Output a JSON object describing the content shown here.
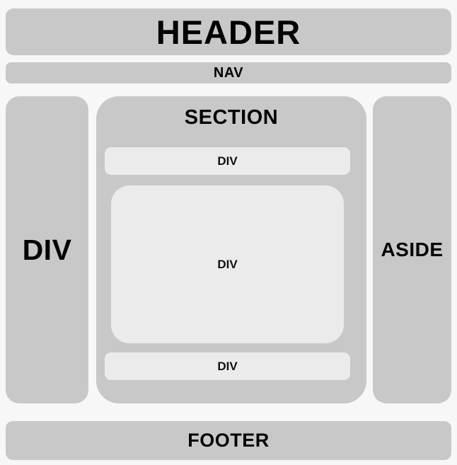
{
  "page": {
    "background_color": "#f7f7f7",
    "block_color": "#c8c8c8",
    "inner_block_color": "#ebebeb",
    "text_color": "#000000"
  },
  "header": {
    "label": "HEADER"
  },
  "nav": {
    "label": "NAV"
  },
  "left_column": {
    "label": "DIV"
  },
  "section": {
    "label": "SECTION",
    "children": [
      {
        "label": "DIV"
      },
      {
        "label": "DIV"
      },
      {
        "label": "DIV"
      }
    ]
  },
  "aside": {
    "label": "ASIDE"
  },
  "footer": {
    "label": "FOOTER"
  }
}
